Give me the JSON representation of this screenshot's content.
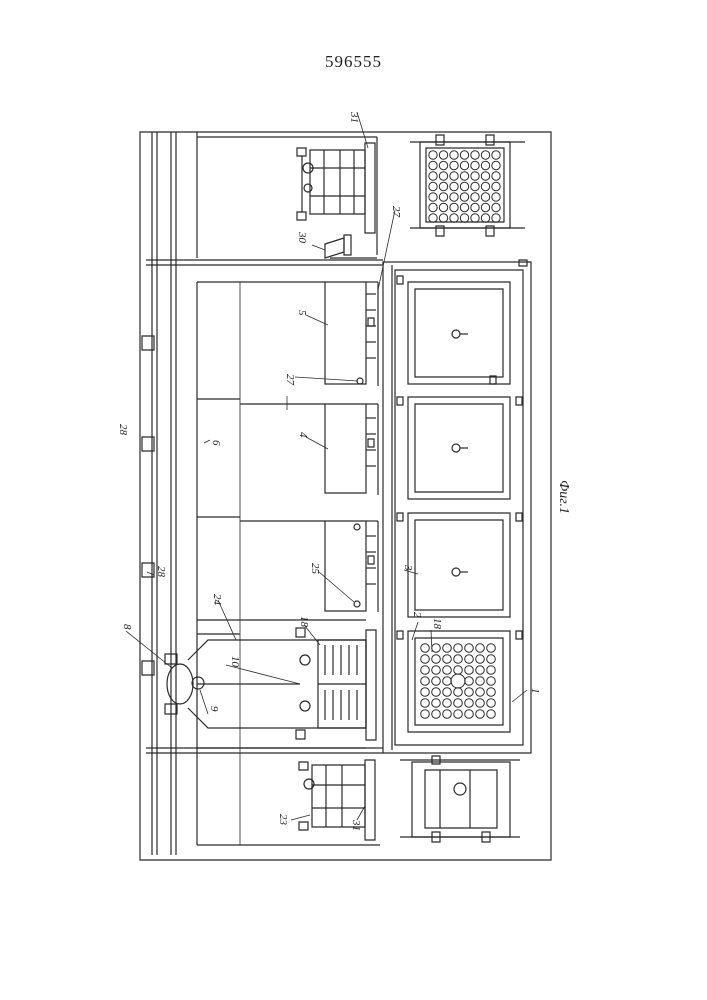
{
  "document": {
    "number": "596555"
  },
  "figure": {
    "caption": "Фиг.1"
  },
  "labels": {
    "l1": "1",
    "l2": "2",
    "l3": "3",
    "l4": "4",
    "l5": "5",
    "l6": "6",
    "l8": "8",
    "l9": "9",
    "l10": "10",
    "l18a": "18",
    "l18b": "18",
    "l23": "23",
    "l24": "24",
    "l25": "25",
    "l27a": "27",
    "l27b": "27",
    "l28a": "28",
    "l28b": "28",
    "l30": "30",
    "l31a": "31",
    "l31b": "31"
  }
}
